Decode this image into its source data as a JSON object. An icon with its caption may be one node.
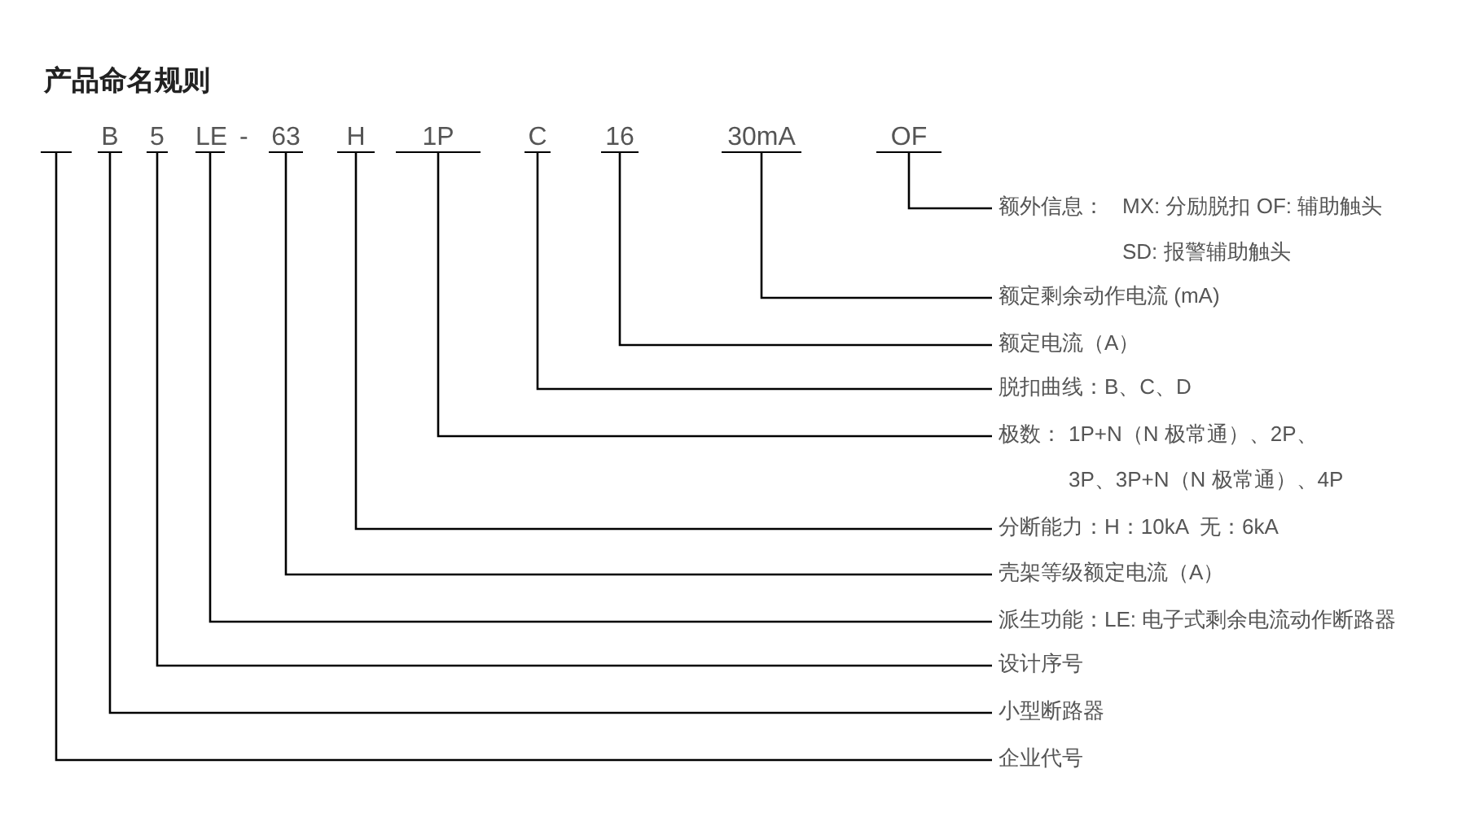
{
  "diagram": {
    "title": "产品命名规则",
    "nodes": [
      {
        "text": [],
        "shape": "line"
      },
      {
        "text": [
          "B"
        ]
      },
      {
        "text": [
          "5"
        ]
      },
      {
        "text": [
          "LE"
        ]
      },
      {
        "text": [
          "63"
        ]
      },
      {
        "text": [
          "H"
        ]
      },
      {
        "text": [
          "1P"
        ]
      },
      {
        "text": [
          "C"
        ]
      },
      {
        "text": [
          "16"
        ]
      },
      {
        "text": [
          "30mA"
        ]
      },
      {
        "text": [
          "OF"
        ]
      },
      {
        "text": [
          "额外信息：",
          "MX: 分励脱扣 OF: 辅助触头 SD: 报警辅助触头"
        ]
      },
      {
        "text": [
          "额定剩余动作电流 (mA)"
        ]
      },
      {
        "text": [
          "额定电流（A）"
        ]
      },
      {
        "text": [
          "脱扣曲线：B、C、D"
        ]
      },
      {
        "text": [
          "极数：",
          "1P+N（N 极常通）、2P、3P、3P+N（N 极常通）、4P"
        ]
      },
      {
        "text": [
          "分断能力：H：10kA  无：6kA"
        ]
      },
      {
        "text": [
          "壳架等级额定电流（A）"
        ]
      },
      {
        "text": [
          "派生功能：LE: 电子式剩余电流动作断路器"
        ]
      },
      {
        "text": [
          "设计序号"
        ]
      },
      {
        "text": [
          "小型断路器"
        ]
      },
      {
        "text": [
          "企业代号"
        ]
      }
    ],
    "edges": [
      {
        "from": 0,
        "to": 21,
        "arrow": "none"
      },
      {
        "from": 1,
        "to": 20,
        "arrow": "none"
      },
      {
        "from": 2,
        "to": 19,
        "arrow": "none"
      },
      {
        "from": 3,
        "to": 18,
        "arrow": "none"
      },
      {
        "from": 4,
        "to": 17,
        "arrow": "none"
      },
      {
        "from": 5,
        "to": 16,
        "arrow": "none"
      },
      {
        "from": 6,
        "to": 15,
        "arrow": "none"
      },
      {
        "from": 7,
        "to": 14,
        "arrow": "none"
      },
      {
        "from": 8,
        "to": 13,
        "arrow": "none"
      },
      {
        "from": 9,
        "to": 12,
        "arrow": "none"
      },
      {
        "from": 10,
        "to": 11,
        "arrow": "none"
      }
    ],
    "labels": [
      "-"
    ]
  }
}
